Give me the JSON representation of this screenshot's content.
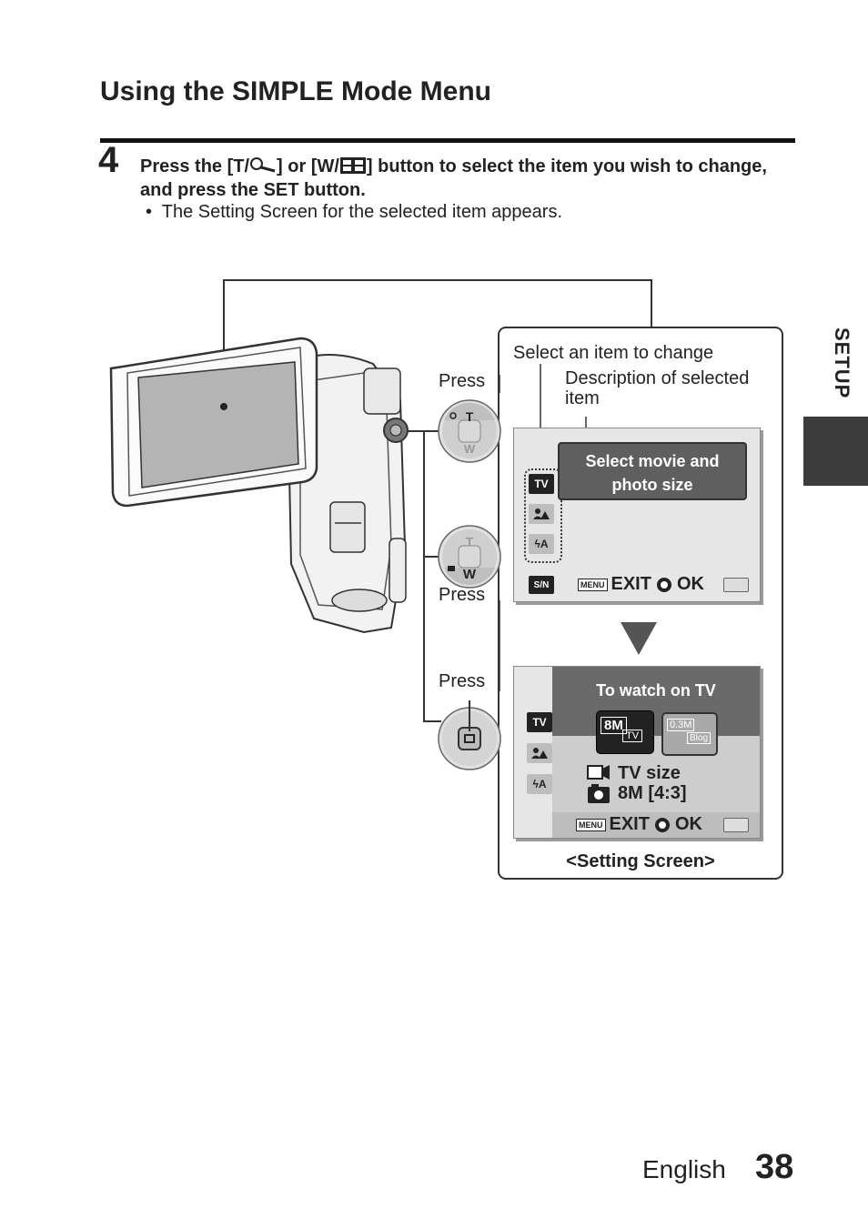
{
  "page": {
    "title": "Using the SIMPLE Mode Menu",
    "step_number": "4",
    "instruction_pre": "Press the [T/",
    "instruction_mid": "] or [W/",
    "instruction_post": "] button to select the item you wish to change, and press the SET button.",
    "bullet": "The Setting Screen for the selected item appears.",
    "side_tab": "SETUP",
    "footer_language": "English",
    "footer_page": "38"
  },
  "diagram": {
    "press_labels": [
      "Press",
      "Press",
      "Press"
    ],
    "callout_select_item": "Select an item to change",
    "callout_description": "Description of selected item",
    "caption": "<Setting Screen>",
    "dial_T": "T",
    "dial_W": "W"
  },
  "screen1": {
    "desc_line1": "Select movie and",
    "desc_line2": "photo size",
    "icons": [
      "TV",
      "portrait-icon",
      "flash-auto-icon"
    ],
    "icon_tv_label": "TV",
    "icon_flash_label": "ϟA",
    "mode_badge": "S/N",
    "menu_glyph": "MENU",
    "exit_label": "EXIT",
    "ok_label": "OK"
  },
  "screen2": {
    "header": "To watch on TV",
    "option1_main": "8M",
    "option1_sub": "TV",
    "option2_main": "0.3M",
    "option2_sub": "Blog",
    "movie_line": "TV size",
    "photo_line": "8M [4:3]",
    "menu_glyph": "MENU",
    "exit_label": "EXIT",
    "ok_label": "OK",
    "icon_tv_label": "TV",
    "icon_flash_label": "ϟA"
  },
  "colors": {
    "text": "#222222",
    "panel": "#e6e6e6",
    "accent_dark": "#3c3c3c",
    "header_gray": "#6a6a6a"
  }
}
